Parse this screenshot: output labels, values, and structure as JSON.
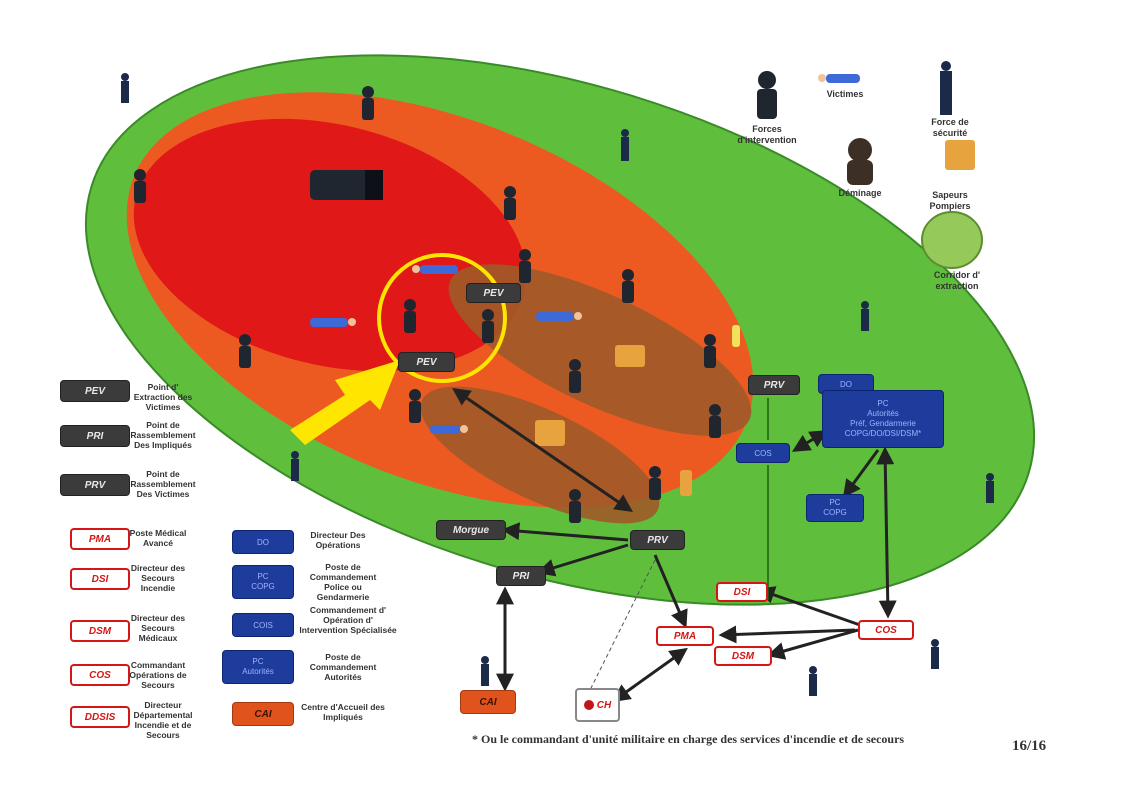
{
  "zone_labels": {
    "pev_main": "PEV",
    "pev_top": "PEV",
    "prv_center": "PRV",
    "prv_right": "PRV",
    "morgue": "Morgue",
    "pri": "PRI",
    "cai": "CAI",
    "cos_mid": "COS",
    "do": "DO",
    "pc_autorites": "PC\nAutorités\nPréf, Gendarmerie\nCOPG/DO/DSI/DSM*",
    "pc_copg": "PC\nCOPG",
    "dsi": "DSI",
    "dsm": "DSM",
    "cos": "COS",
    "pma": "PMA",
    "ch": "CH"
  },
  "top_legend": [
    {
      "icon": "forces-intervention-icon",
      "label": "Forces d'intervention"
    },
    {
      "icon": "victimes-icon",
      "label": "Victimes"
    },
    {
      "icon": "forces-securite-icon",
      "label": "Force de sécurité"
    },
    {
      "icon": "deminage-icon",
      "label": "Déminage"
    },
    {
      "icon": "sapeurs-pompiers-icon",
      "label": "Sapeurs Pompiers"
    },
    {
      "icon": "corridor-extraction-icon",
      "label": "Corridor d' extraction"
    }
  ],
  "legend_left": [
    {
      "tag": "PEV",
      "style": "dark",
      "text": "Point d' Extraction des Victimes"
    },
    {
      "tag": "PRI",
      "style": "dark",
      "text": "Point de Rassemblement Des Impliqués"
    },
    {
      "tag": "PRV",
      "style": "dark",
      "text": "Point de Rassemblement Des Victimes"
    },
    {
      "tag": "PMA",
      "style": "white",
      "text": "Poste Médical Avancé"
    },
    {
      "tag": "DSI",
      "style": "white",
      "text": "Directeur des Secours Incendie"
    },
    {
      "tag": "DSM",
      "style": "white",
      "text": "Directeur des Secours Médicaux"
    },
    {
      "tag": "COS",
      "style": "white",
      "text": "Commandant Opérations de Secours"
    },
    {
      "tag": "DDSIS",
      "style": "white",
      "text": "Directeur Départemental Incendie et de Secours"
    }
  ],
  "legend_right": [
    {
      "tag": "DO",
      "style": "blue",
      "text": "Directeur Des Opérations"
    },
    {
      "tag": "PC\nCOPG",
      "style": "blue",
      "text": "Poste de Commandement Police ou Gendarmerie"
    },
    {
      "tag": "COIS",
      "style": "blue",
      "text": "Commandement d' Opération d' Intervention Spécialisée"
    },
    {
      "tag": "PC\nAutorités",
      "style": "blue",
      "text": "Poste de Commandement Autorités"
    },
    {
      "tag": "CAI",
      "style": "orange",
      "text": "Centre d'Accueil des Impliqués"
    }
  ],
  "footnote": "* Ou le commandant d'unité militaire en charge des services d'incendie et de secours",
  "page_number": "16/16",
  "colors": {
    "green_zone": "#5fbf3c",
    "orange_zone": "#ec5a22",
    "red_zone": "#e01818",
    "brown_corridor": "#a05a28",
    "highlight": "#ffe600",
    "dark_tag": "#3b3b3b",
    "blue_tag": "#1d3c9c"
  }
}
